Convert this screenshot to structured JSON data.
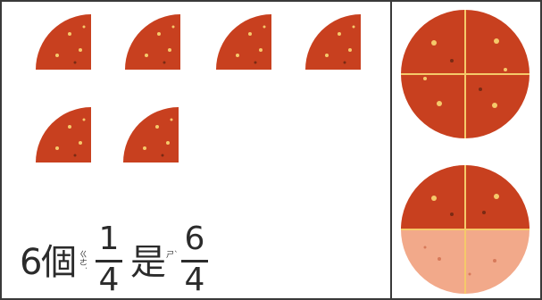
{
  "figure": {
    "left_panel": {
      "slices_count": 6,
      "slice_fraction": "1/4"
    },
    "sentence": {
      "count": "6",
      "measure_word": "個",
      "measure_word_ruby": "ㄍㄜ˙",
      "fraction_numerator": "1",
      "fraction_denominator": "4",
      "verb": "是",
      "verb_ruby": "ㄕˋ",
      "result_numerator": "6",
      "result_denominator": "4"
    },
    "right_panel": {
      "pizzas": [
        {
          "parts": 4,
          "shaded": 4
        },
        {
          "parts": 4,
          "shaded": 2
        }
      ]
    },
    "colors": {
      "pizza": "#c8401f",
      "pizza_light": "#f2a98a",
      "crust_lines": "#f5c96a",
      "border": "#3a3a3a",
      "text": "#2b2b2b"
    }
  }
}
